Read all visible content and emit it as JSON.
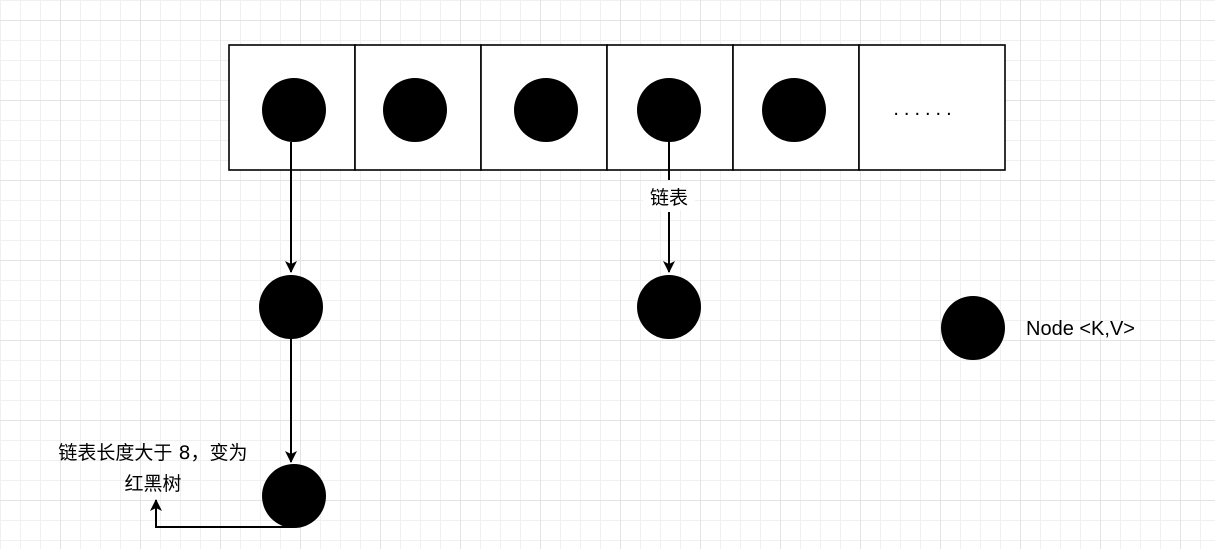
{
  "diagram": {
    "array_cell_count": 6,
    "ellipsis_label": "......",
    "chain_label": "链表",
    "treeify_label_line1": "链表长度大于 8，变为",
    "treeify_label_line2": "红黑树",
    "legend_label": "Node <K,V>",
    "colors": {
      "stroke": "#000000",
      "node_fill": "#000000",
      "cell_fill": "#ffffff",
      "grid_minor": "#f0f0f0",
      "grid_major": "#e3e3e3"
    },
    "icons": {
      "node": "filled-circle-node-icon",
      "arrow": "arrowhead-icon"
    }
  }
}
